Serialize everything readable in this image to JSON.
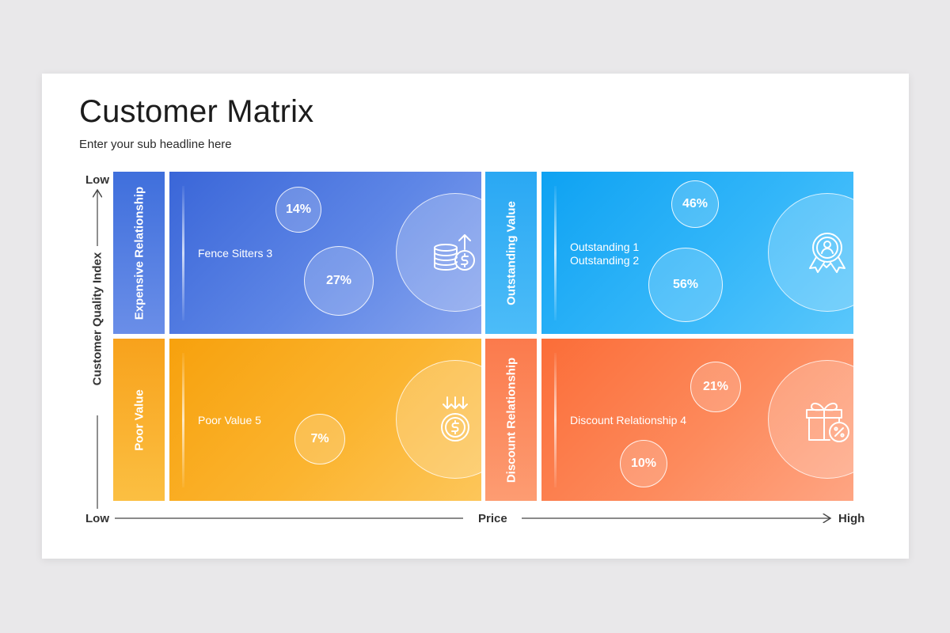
{
  "header": {
    "title": "Customer Matrix",
    "subtitle": "Enter your sub headline here"
  },
  "axes": {
    "y_label": "Customer Quality Index",
    "y_low": "Low",
    "x_label": "Price",
    "x_low": "Low",
    "x_high": "High"
  },
  "quadrants": {
    "top_left": {
      "side_label": "Expensive Relationship",
      "text": "Fence Sitters 3",
      "bubbles": [
        "14%",
        "27%"
      ],
      "icon": "coins-dollar-arrow-up-icon"
    },
    "top_right": {
      "side_label": "Outstanding Value",
      "text_lines": [
        "Outstanding 1",
        "Outstanding 2"
      ],
      "bubbles": [
        "46%",
        "56%"
      ],
      "icon": "award-badge-user-icon"
    },
    "bottom_left": {
      "side_label": "Poor Value",
      "text": "Poor Value 5",
      "bubbles": [
        "7%"
      ],
      "icon": "dollar-coin-arrows-down-icon"
    },
    "bottom_right": {
      "side_label": "Discount Relationship",
      "text": "Discount Relationship 4",
      "bubbles": [
        "21%",
        "10%"
      ],
      "icon": "gift-box-discount-icon"
    }
  },
  "colors": {
    "blue": "#3a66d8",
    "cyan": "#0ea2f2",
    "yellow": "#f7a10d",
    "orange": "#fb6d38"
  }
}
